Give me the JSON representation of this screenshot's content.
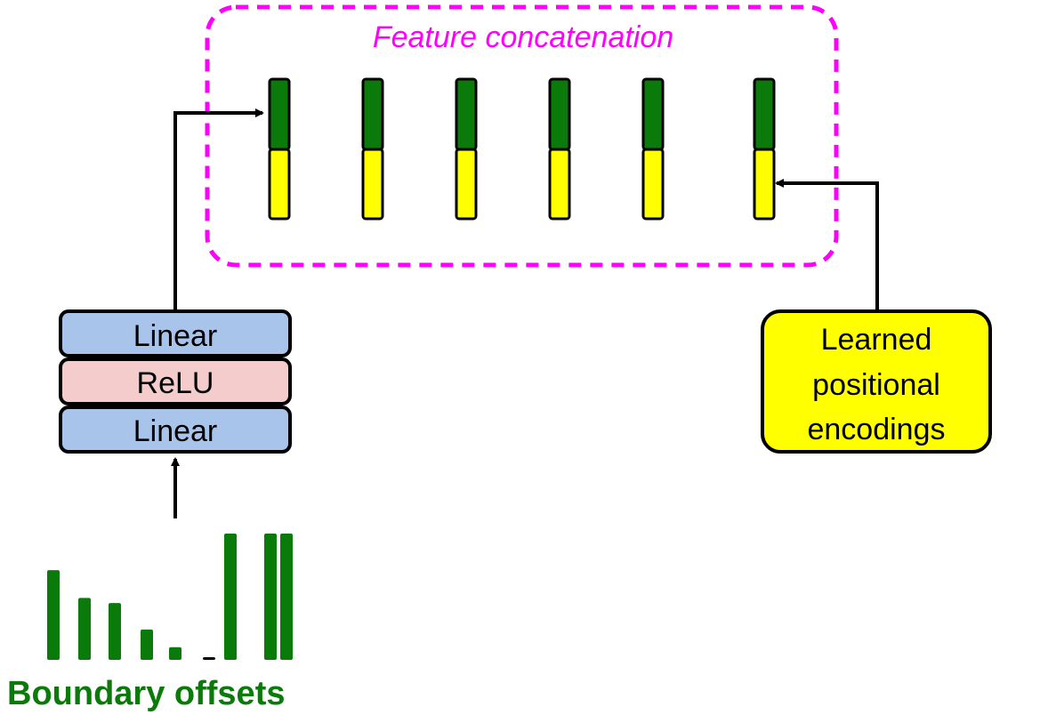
{
  "concat": {
    "label": "Feature concatenation",
    "border_color": "#ff00ff",
    "tokens": [
      {
        "top_color": "#0a7a0a",
        "bottom_color": "#ffff00"
      },
      {
        "top_color": "#0a7a0a",
        "bottom_color": "#ffff00"
      },
      {
        "top_color": "#0a7a0a",
        "bottom_color": "#ffff00"
      },
      {
        "top_color": "#0a7a0a",
        "bottom_color": "#ffff00"
      },
      {
        "top_color": "#0a7a0a",
        "bottom_color": "#ffff00"
      },
      {
        "top_color": "#0a7a0a",
        "bottom_color": "#ffff00"
      }
    ]
  },
  "mlp": {
    "layers": [
      {
        "label": "Linear",
        "color": "#a9c4eb"
      },
      {
        "label": "ReLU",
        "color": "#f4cccc"
      },
      {
        "label": "Linear",
        "color": "#a9c4eb"
      }
    ]
  },
  "positional": {
    "lines": [
      "Learned",
      "positional",
      "encodings"
    ],
    "color": "#ffff00"
  },
  "boundary": {
    "label": "Boundary offsets",
    "color": "#0a7a0a",
    "bar_values": [
      0.71,
      0.49,
      0.45,
      0.24,
      0.1,
      0.0,
      1.0,
      1.0,
      1.0
    ]
  }
}
